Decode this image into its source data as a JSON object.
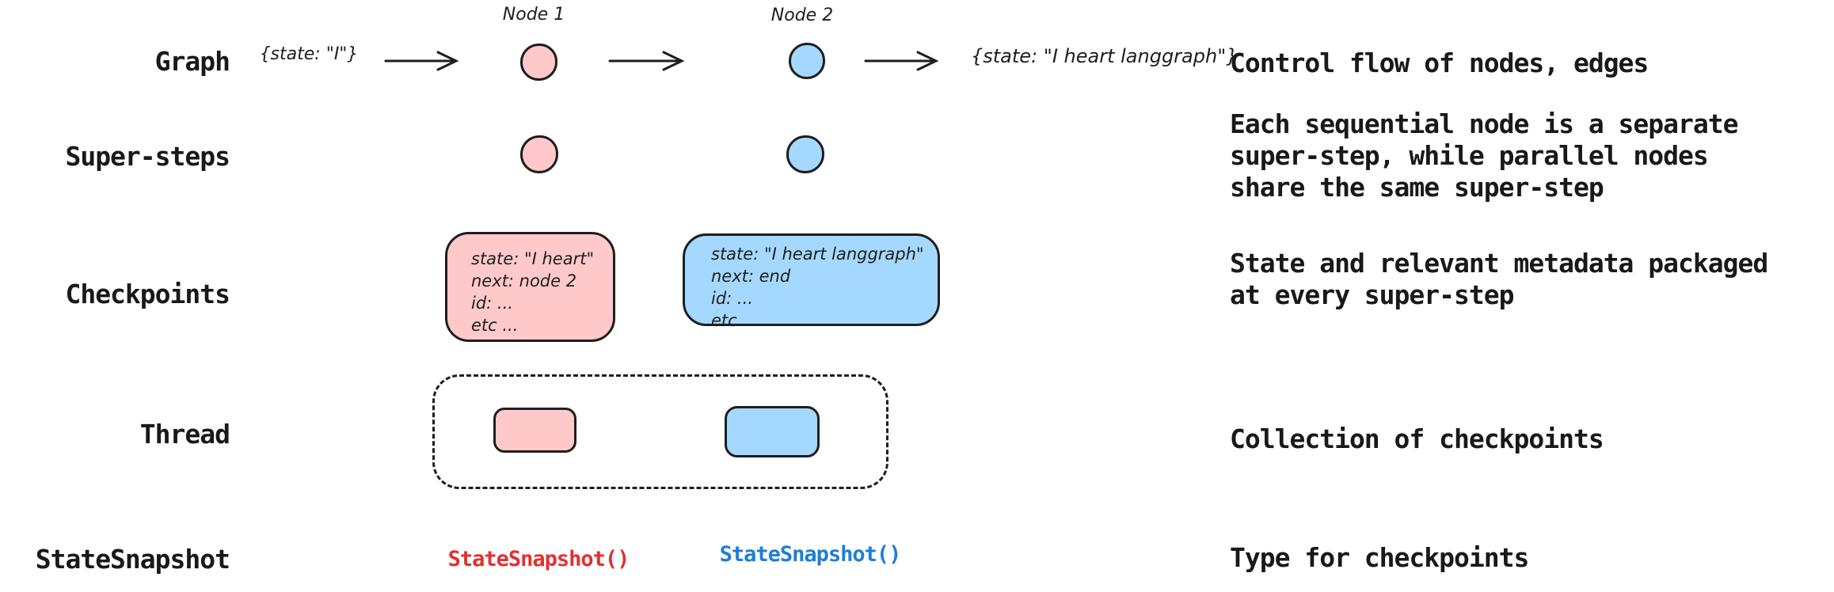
{
  "colors": {
    "node_pink": "#ffc9c9",
    "node_blue": "#a5d8ff",
    "stroke": "#1e1e1e",
    "snapshot_red": "#e03131",
    "snapshot_blue": "#1c7ed6"
  },
  "rows": {
    "graph": {
      "label": "Graph",
      "input_state": "{state: \"I\"}",
      "node1_label": "Node 1",
      "node2_label": "Node 2",
      "output_state": "{state: \"I heart langgraph\"}",
      "description": "Control flow of nodes, edges"
    },
    "super_steps": {
      "label": "Super-steps",
      "description": "Each sequential node is a separate\nsuper-step, while parallel nodes\nshare the same super-step"
    },
    "checkpoints": {
      "label": "Checkpoints",
      "checkpoint1_lines": [
        "state: \"I heart\"",
        "next: node 2",
        "id: ...",
        "etc ..."
      ],
      "checkpoint2_lines": [
        "state: \"I heart langgraph\"",
        "next: end",
        "id: ...",
        "etc ..."
      ],
      "description": "State and relevant metadata packaged\nat every super-step"
    },
    "thread": {
      "label": "Thread",
      "description": "Collection of checkpoints"
    },
    "state_snapshot": {
      "label": "StateSnapshot",
      "call_red": "StateSnapshot()",
      "call_blue": "StateSnapshot()",
      "description": "Type for checkpoints"
    }
  }
}
